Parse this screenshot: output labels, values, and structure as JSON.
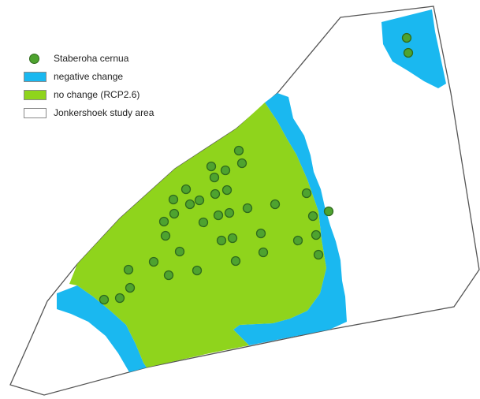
{
  "legend": {
    "species": "Staberoha cernua",
    "negative_change": "negative change",
    "no_change": "no change (RCP2.6)",
    "study_area": "Jonkershoek study area"
  },
  "colors": {
    "negative_change": "#1ab8f0",
    "no_change": "#8fd41c",
    "study_area_fill": "#ffffff",
    "study_area_outline": "#555555",
    "point_fill": "#4ea32f",
    "point_outline": "#2f6a1c"
  },
  "occurrence_count": 41
}
